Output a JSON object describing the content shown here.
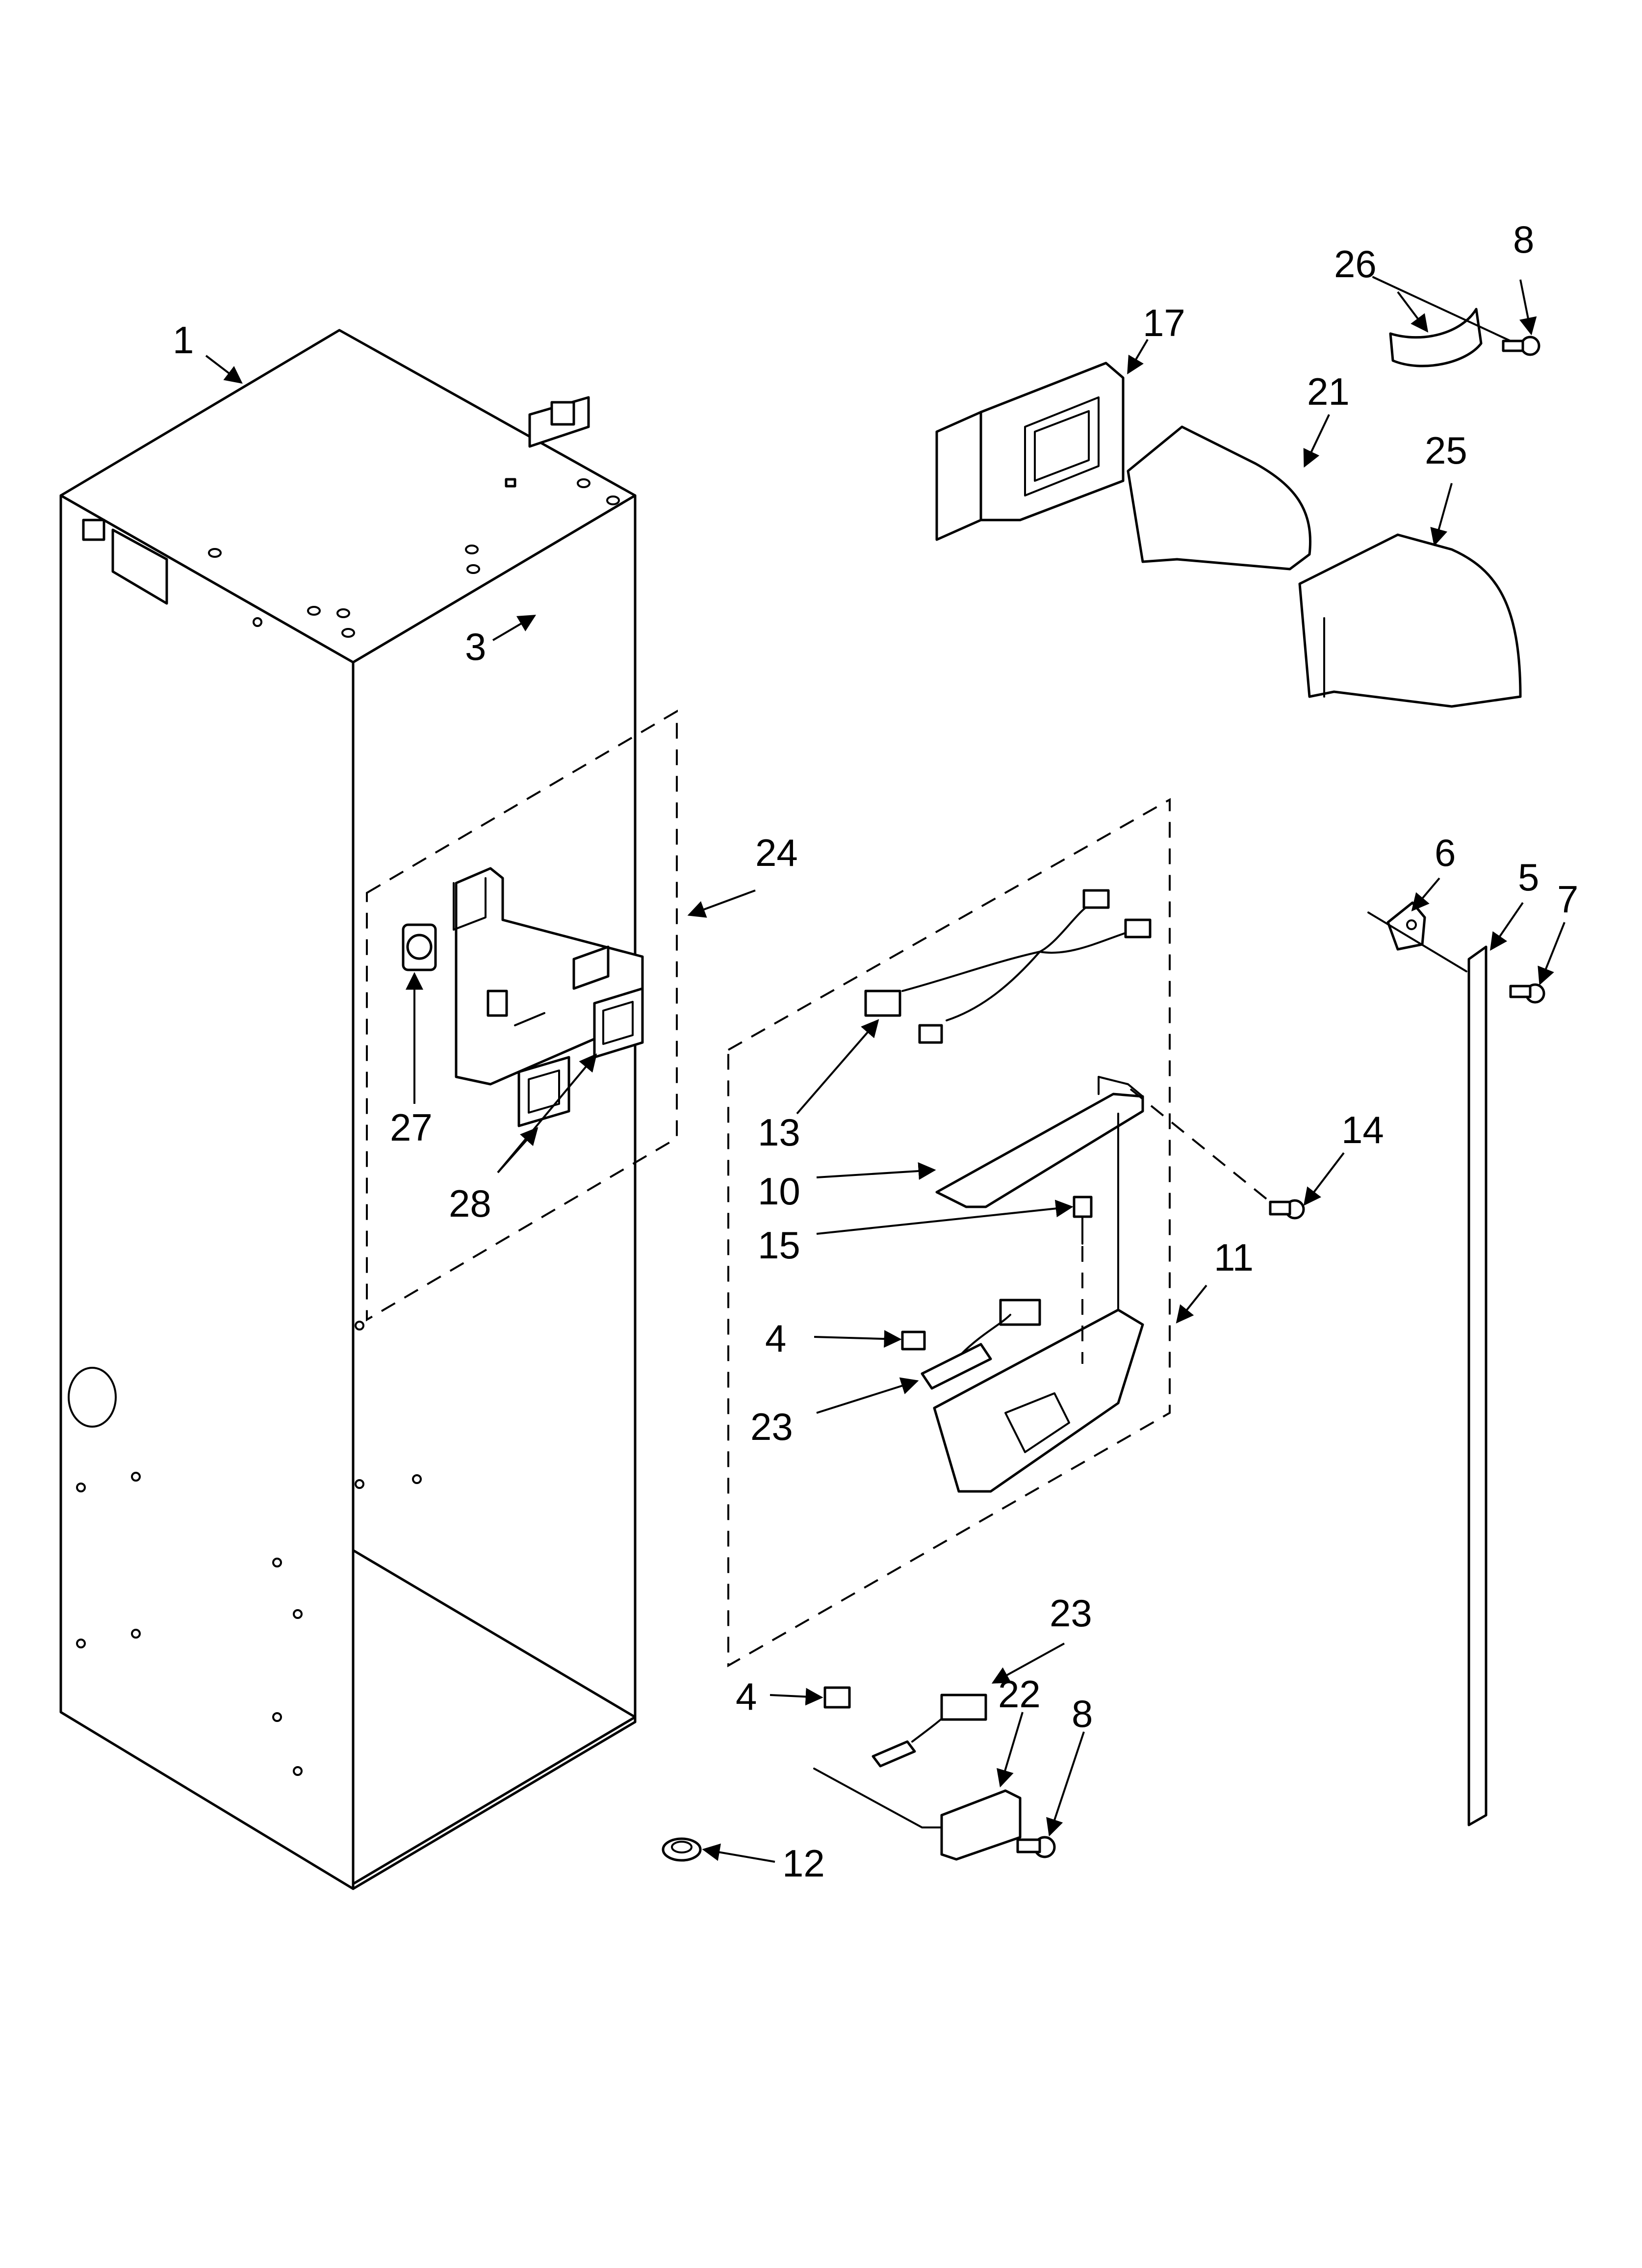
{
  "callouts": [
    {
      "id": "c1",
      "label": "1"
    },
    {
      "id": "c3",
      "label": "3"
    },
    {
      "id": "c4a",
      "label": "4"
    },
    {
      "id": "c4b",
      "label": "4"
    },
    {
      "id": "c5",
      "label": "5"
    },
    {
      "id": "c6",
      "label": "6"
    },
    {
      "id": "c7",
      "label": "7"
    },
    {
      "id": "c8a",
      "label": "8"
    },
    {
      "id": "c8b",
      "label": "8"
    },
    {
      "id": "c10",
      "label": "10"
    },
    {
      "id": "c11",
      "label": "11"
    },
    {
      "id": "c12",
      "label": "12"
    },
    {
      "id": "c13",
      "label": "13"
    },
    {
      "id": "c14",
      "label": "14"
    },
    {
      "id": "c15",
      "label": "15"
    },
    {
      "id": "c17",
      "label": "17"
    },
    {
      "id": "c21",
      "label": "21"
    },
    {
      "id": "c22",
      "label": "22"
    },
    {
      "id": "c23a",
      "label": "23"
    },
    {
      "id": "c23b",
      "label": "23"
    },
    {
      "id": "c24",
      "label": "24"
    },
    {
      "id": "c25",
      "label": "25"
    },
    {
      "id": "c26",
      "label": "26"
    },
    {
      "id": "c27",
      "label": "27"
    },
    {
      "id": "c28",
      "label": "28"
    }
  ],
  "colors": {
    "ink": "#000000",
    "paper": "#ffffff"
  }
}
